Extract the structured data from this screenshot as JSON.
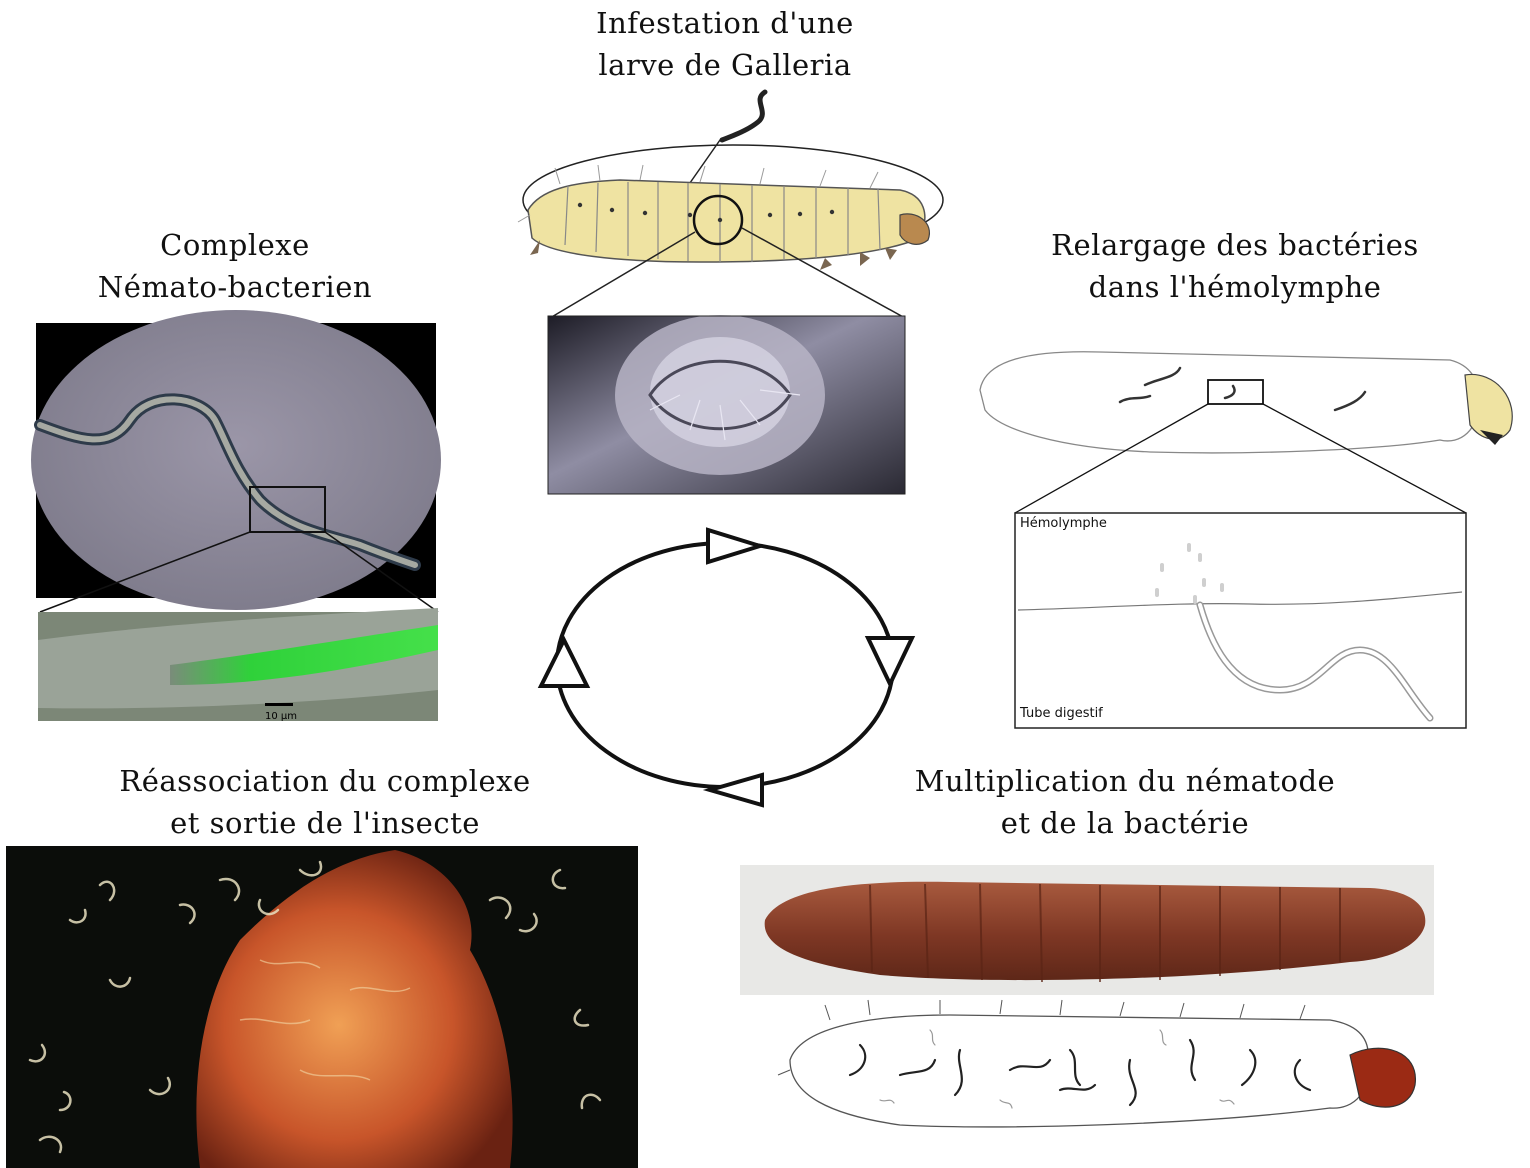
{
  "stages": {
    "infestation": {
      "line1": "Infestation d'une",
      "line2": "larve de Galleria"
    },
    "complex": {
      "line1": "Complexe",
      "line2": "Némato-bacterien"
    },
    "release": {
      "line1": "Relargage des bactéries",
      "line2": "dans l'hémolymphe"
    },
    "reassociation": {
      "line1": "Réassociation du complexe",
      "line2": "et sortie de l'insecte"
    },
    "multiplication": {
      "line1": "Multiplication du nématode",
      "line2": "et de la bactérie"
    }
  },
  "inset_labels": {
    "hemolymph": "Hémolymphe",
    "gut": "Tube digestif",
    "scale_bar": "10 µm"
  },
  "colors": {
    "larva_body": "#efe3a2",
    "fluorescence": "#37d63f",
    "dead_larva": "#8a3b26",
    "cycle_stroke": "#111111"
  }
}
